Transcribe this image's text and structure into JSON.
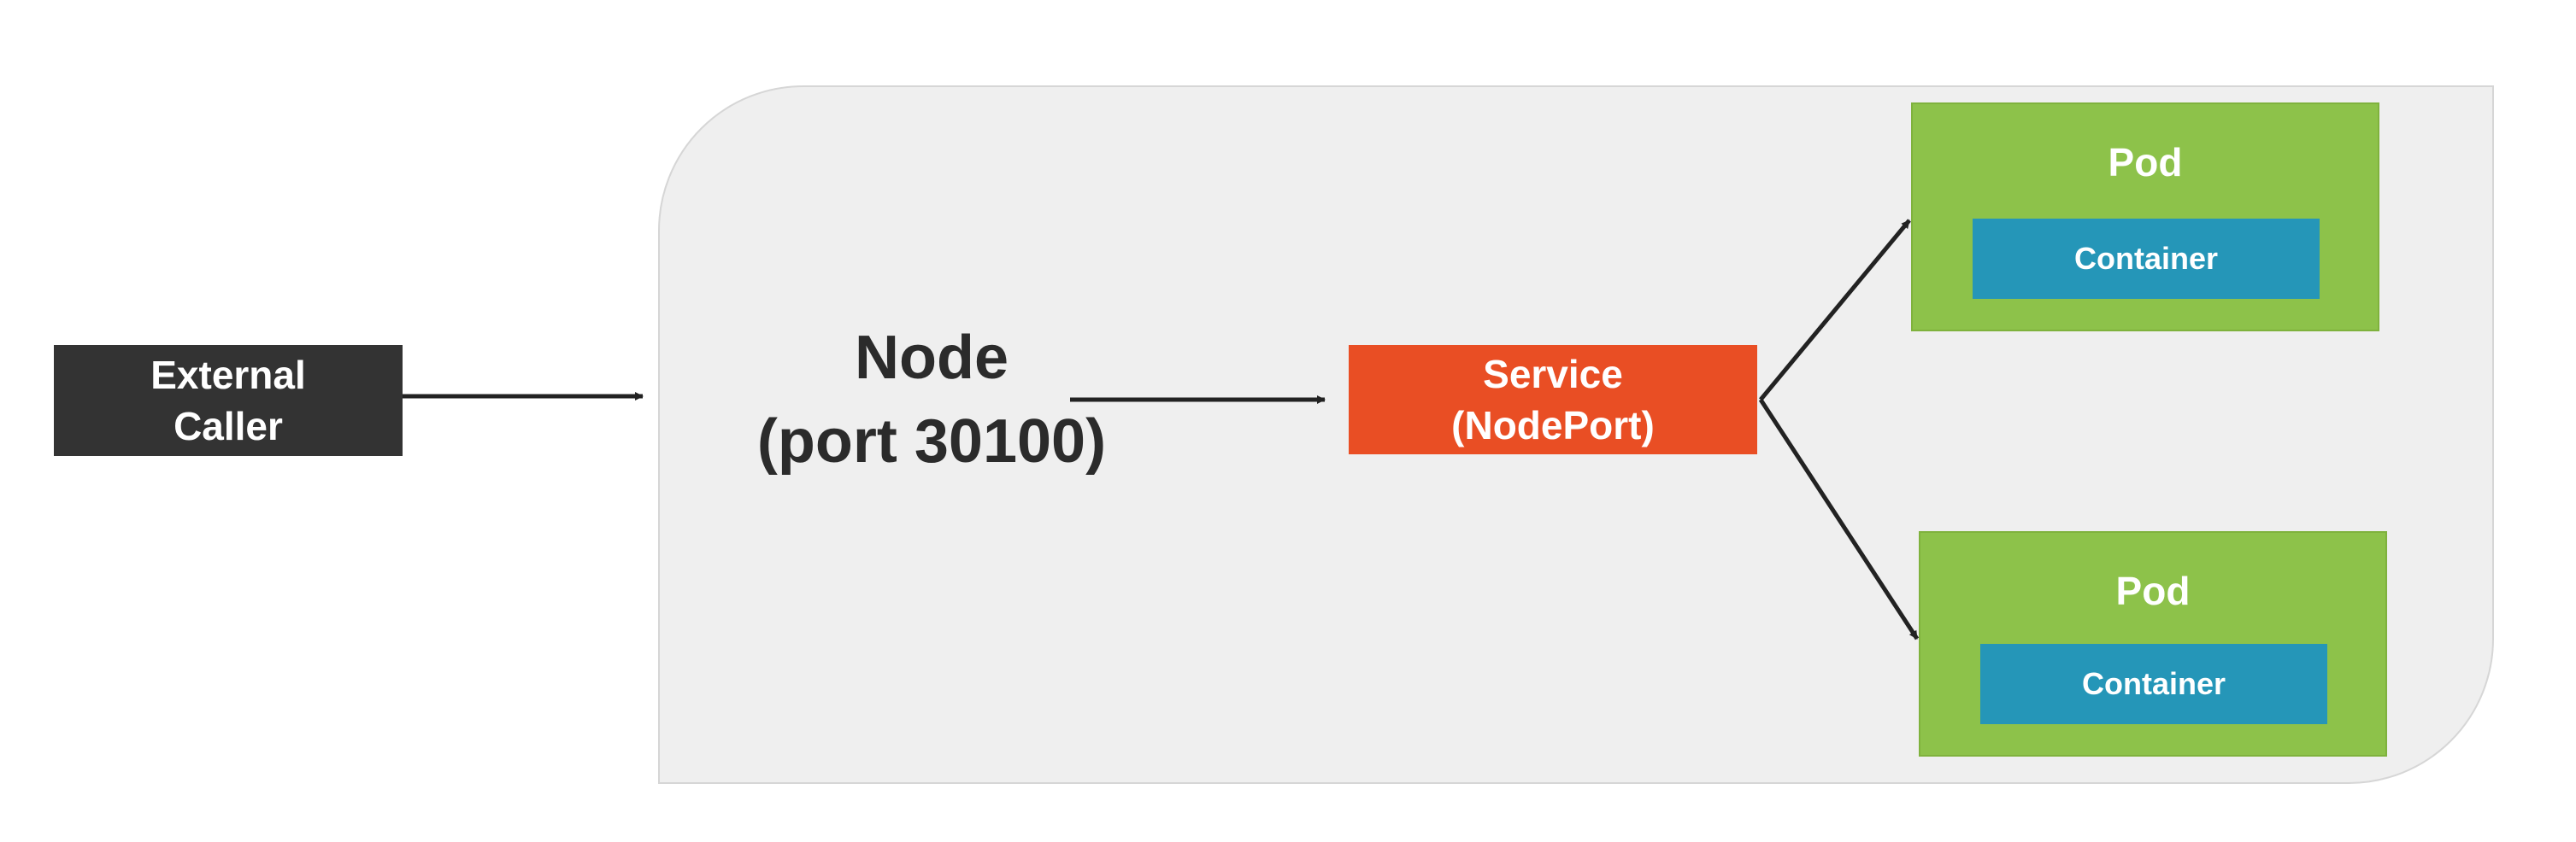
{
  "external_caller": {
    "line1": "External",
    "line2": "Caller"
  },
  "node": {
    "line1": "Node",
    "line2": "(port 30100)"
  },
  "service": {
    "line1": "Service",
    "line2": "(NodePort)"
  },
  "pods": [
    {
      "title": "Pod",
      "container": "Container"
    },
    {
      "title": "Pod",
      "container": "Container"
    }
  ],
  "colors": {
    "node_background": "#efefef",
    "external_caller": "#333333",
    "service": "#e94e24",
    "pod": "#8dc24a",
    "container": "#2596b8",
    "arrow": "#222222"
  }
}
